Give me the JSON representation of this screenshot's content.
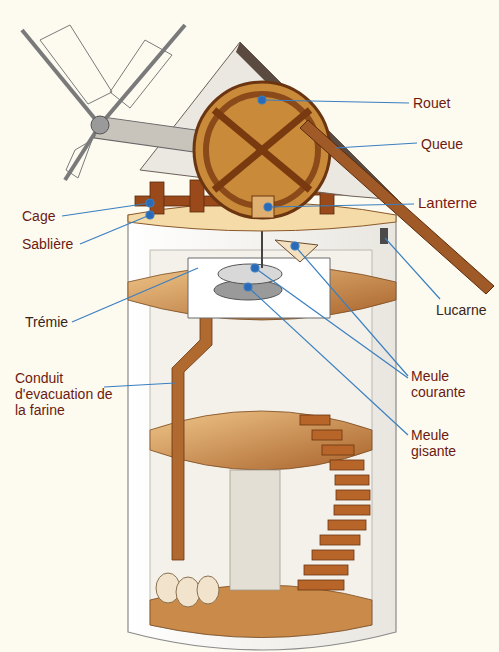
{
  "diagram": {
    "labels": [
      "Rouet",
      "Queue",
      "Cage",
      "Sablière",
      "Lanterne",
      "Lucarne",
      "Trémie",
      "Conduit d'evacuation de la farine",
      "Meule courante",
      "Meule gisante"
    ]
  }
}
